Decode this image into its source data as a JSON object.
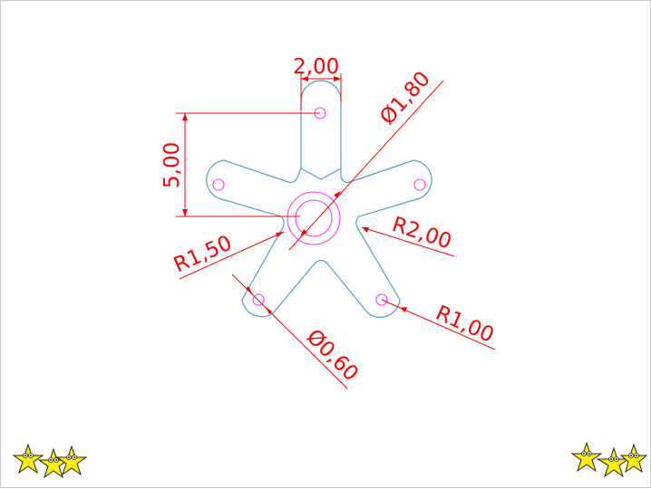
{
  "diagram": {
    "dimensions": {
      "width_top": "2,00",
      "height_left": "5,00",
      "dia_center": "Ø1,80",
      "radius_center": "R2,00",
      "radius_inner": "R1,50",
      "dia_hole": "Ø0,60",
      "radius_tip": "R1,00"
    }
  },
  "colors": {
    "dimension": "#ff0000",
    "outline": "#4aa3c3",
    "holes": "#ff33ff",
    "stars": "#ffee00"
  },
  "decorations": {
    "left_group": "stars-icon",
    "right_group": "stars-icon"
  }
}
